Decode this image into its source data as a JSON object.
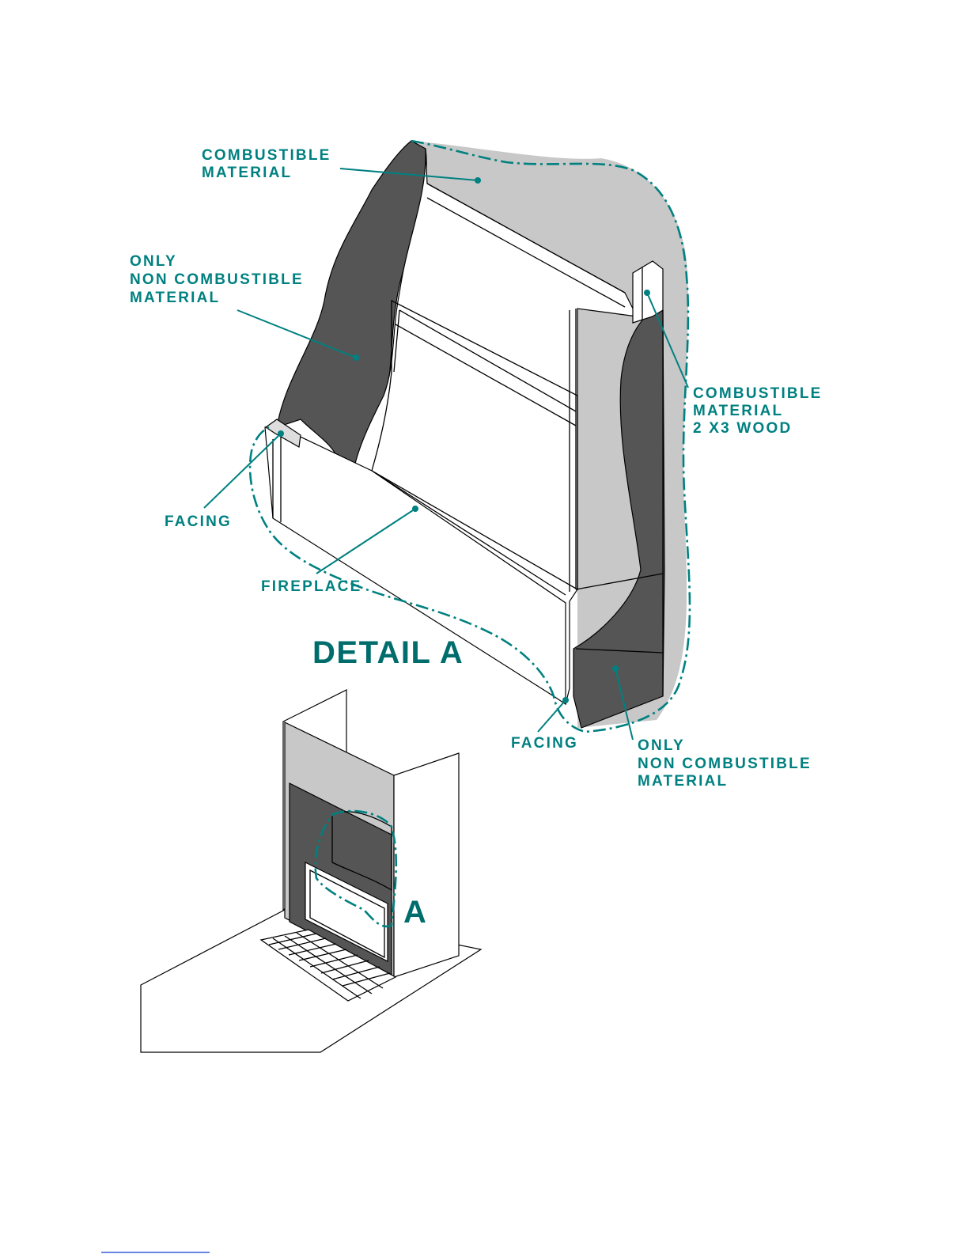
{
  "detail_title": "DETAIL A",
  "callout_letter": "A",
  "labels": {
    "combustible_top": [
      "COMBUSTIBLE",
      "MATERIAL"
    ],
    "noncombustible_left": [
      "ONLY",
      "NON COMBUSTIBLE",
      "MATERIAL"
    ],
    "combustible_wood": [
      "COMBUSTIBLE",
      "MATERIAL",
      "2 X3 WOOD"
    ],
    "facing_left": "FACING",
    "fireplace": "FIREPLACE",
    "facing_bottom": "FACING",
    "noncombustible_bottom": [
      "ONLY",
      "NON COMBUSTIBLE",
      "MATERIAL"
    ]
  },
  "colors": {
    "label_teal": "#008080",
    "combustible_gray": "#c8c8c8",
    "noncombustible_dark": "#555555"
  }
}
